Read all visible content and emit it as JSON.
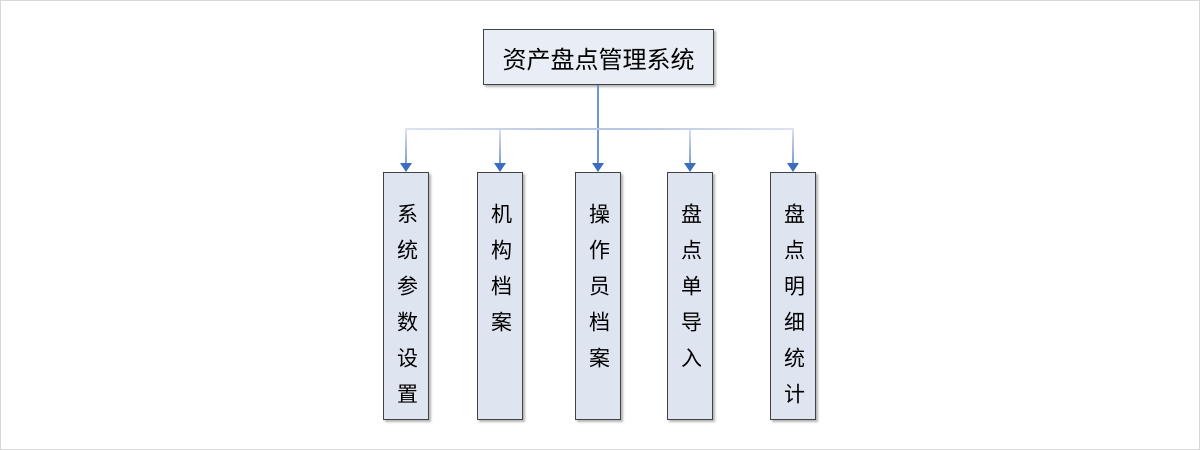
{
  "diagram": {
    "type": "hierarchy-flowchart",
    "root": {
      "label": "资产盘点管理系统"
    },
    "children": [
      {
        "label": "系统参数设置"
      },
      {
        "label": "机构档案"
      },
      {
        "label": "操作员档案"
      },
      {
        "label": "盘点单导入"
      },
      {
        "label": "盘点明细统计"
      }
    ],
    "edges": [
      {
        "from": "资产盘点管理系统",
        "to": "系统参数设置"
      },
      {
        "from": "资产盘点管理系统",
        "to": "机构档案"
      },
      {
        "from": "资产盘点管理系统",
        "to": "操作员档案"
      },
      {
        "from": "资产盘点管理系统",
        "to": "盘点单导入"
      },
      {
        "from": "资产盘点管理系统",
        "to": "盘点明细统计"
      }
    ],
    "colors": {
      "node_fill": "#dfe5f0",
      "root_fill": "#e9edf5",
      "node_border": "#424242",
      "connector_light": "#d8dfef",
      "connector_trunk": "#6f94d0",
      "arrowhead": "#3a6cc0",
      "frame_border": "#d8d8d8",
      "background": "#ffffff"
    }
  }
}
